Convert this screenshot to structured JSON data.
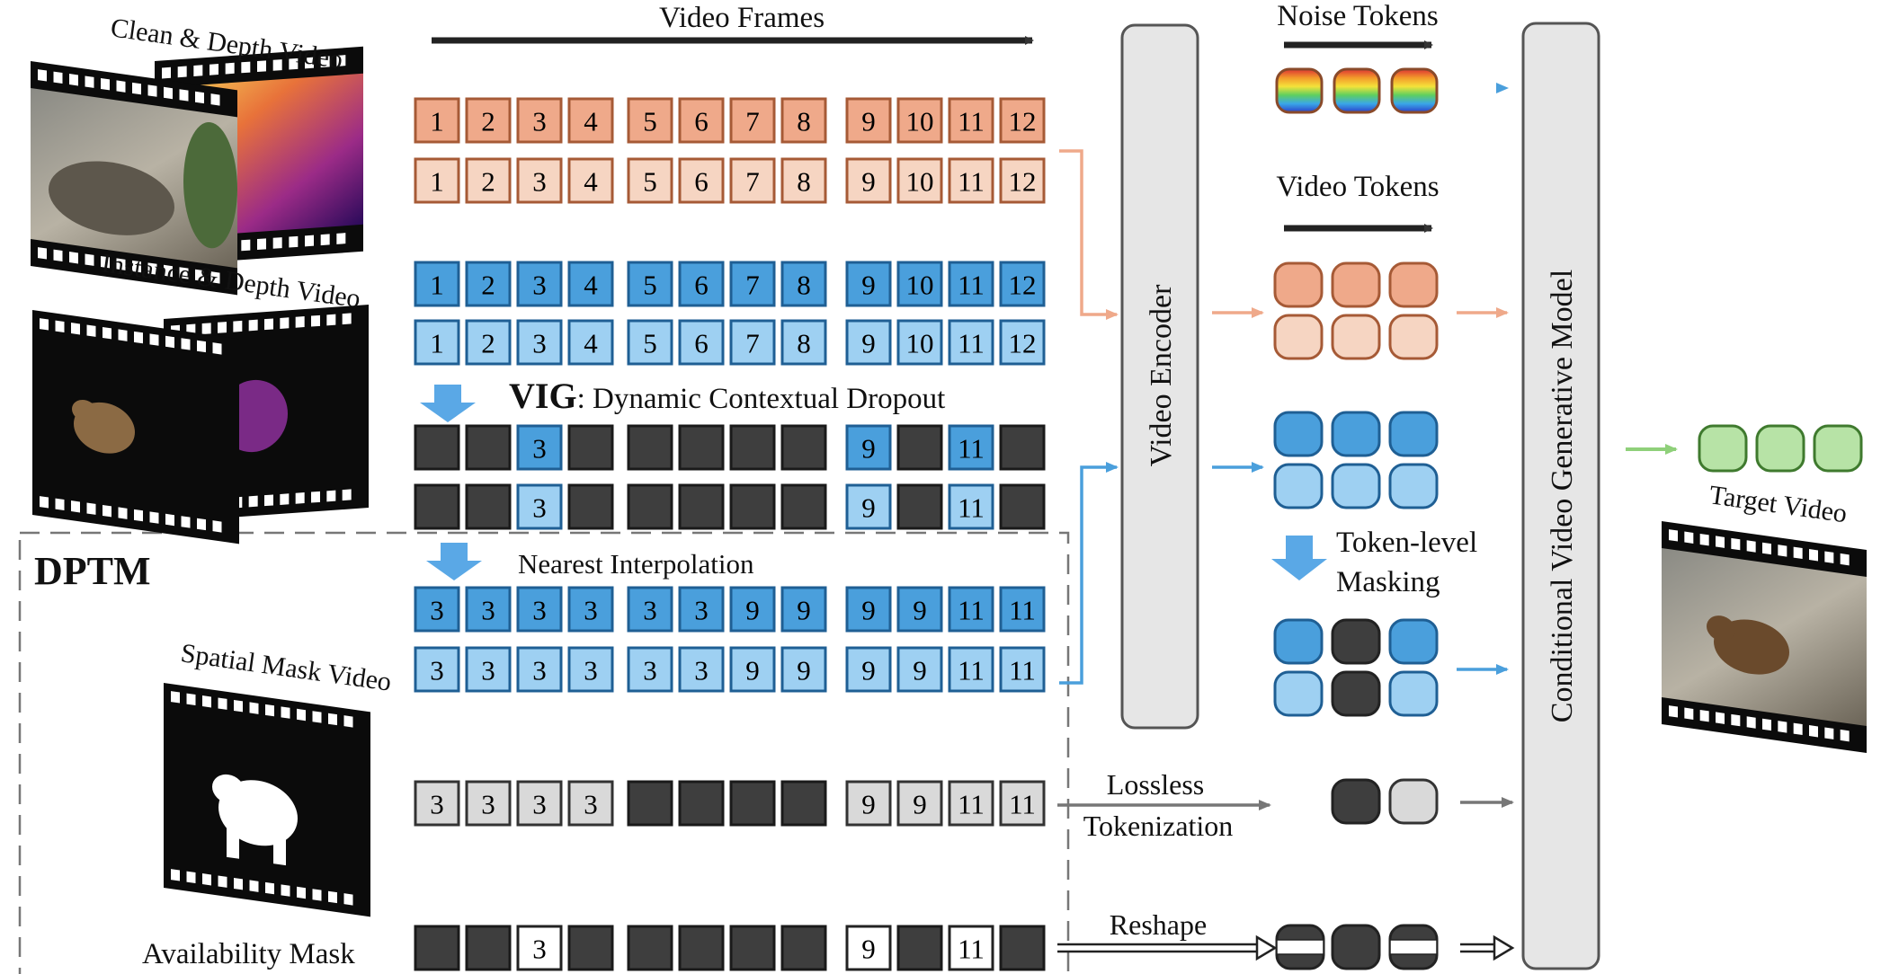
{
  "labels": {
    "clean_depth_video": "Clean & Depth Video",
    "instance_depth_video": "Instance & Depth Video",
    "spatial_mask_video": "Spatial Mask Video",
    "target_video": "Target Video",
    "video_frames": "Video Frames",
    "vig_bold": "VIG",
    "vig_rest": ": Dynamic Contextual Dropout",
    "nearest_interpolation": "Nearest Interpolation",
    "dptm": "DPTM",
    "availability_mask": "Availability Mask",
    "video_encoder": "Video Encoder",
    "noise_tokens": "Noise Tokens",
    "video_tokens": "Video Tokens",
    "token_level_masking_1": "Token-level",
    "token_level_masking_2": "Masking",
    "lossless_1": "Lossless",
    "lossless_2": "Tokenization",
    "reshape": "Reshape",
    "generative_model": "Conditional Video Generative Model"
  },
  "frame_rows": [
    {
      "name": "clean-row",
      "style": "orange-dark",
      "cells": [
        "1",
        "2",
        "3",
        "4",
        "5",
        "6",
        "7",
        "8",
        "9",
        "10",
        "11",
        "12"
      ]
    },
    {
      "name": "depth-row",
      "style": "orange-light",
      "cells": [
        "1",
        "2",
        "3",
        "4",
        "5",
        "6",
        "7",
        "8",
        "9",
        "10",
        "11",
        "12"
      ]
    },
    {
      "name": "instance-row",
      "style": "blue-dark",
      "cells": [
        "1",
        "2",
        "3",
        "4",
        "5",
        "6",
        "7",
        "8",
        "9",
        "10",
        "11",
        "12"
      ]
    },
    {
      "name": "instance-depth-row",
      "style": "blue-light",
      "cells": [
        "1",
        "2",
        "3",
        "4",
        "5",
        "6",
        "7",
        "8",
        "9",
        "10",
        "11",
        "12"
      ]
    },
    {
      "name": "dropout-row-1",
      "style": "blue-dark",
      "cells": [
        "",
        "",
        "3",
        "",
        "",
        "",
        "",
        "",
        "9",
        "",
        "11",
        ""
      ]
    },
    {
      "name": "dropout-row-2",
      "style": "blue-light",
      "cells": [
        "",
        "",
        "3",
        "",
        "",
        "",
        "",
        "",
        "9",
        "",
        "11",
        ""
      ]
    },
    {
      "name": "interp-row-1",
      "style": "blue-dark",
      "cells": [
        "3",
        "3",
        "3",
        "3",
        "3",
        "3",
        "9",
        "9",
        "9",
        "9",
        "11",
        "11"
      ]
    },
    {
      "name": "interp-row-2",
      "style": "blue-light",
      "cells": [
        "3",
        "3",
        "3",
        "3",
        "3",
        "3",
        "9",
        "9",
        "9",
        "9",
        "11",
        "11"
      ]
    },
    {
      "name": "spatial-mask-row",
      "style": "gray-light",
      "cells": [
        "3",
        "3",
        "3",
        "3",
        "",
        "",
        "",
        "",
        "9",
        "9",
        "11",
        "11"
      ]
    },
    {
      "name": "availability-row",
      "style": "white",
      "cells": [
        "",
        "",
        "3",
        "",
        "",
        "",
        "",
        "",
        "9",
        "",
        "11",
        ""
      ]
    }
  ],
  "colors": {
    "orange_dark": "#EFA98A",
    "orange_light": "#F6D5C2",
    "orange_stroke": "#A65A36",
    "blue_dark": "#4A9FDC",
    "blue_light": "#9ED0F2",
    "blue_stroke": "#1F5F94",
    "empty_cell": "#3E3E3E",
    "gray_light_cell": "#D9D9D9",
    "green_token": "#B7E3A6",
    "green_stroke": "#3F7A2E"
  }
}
